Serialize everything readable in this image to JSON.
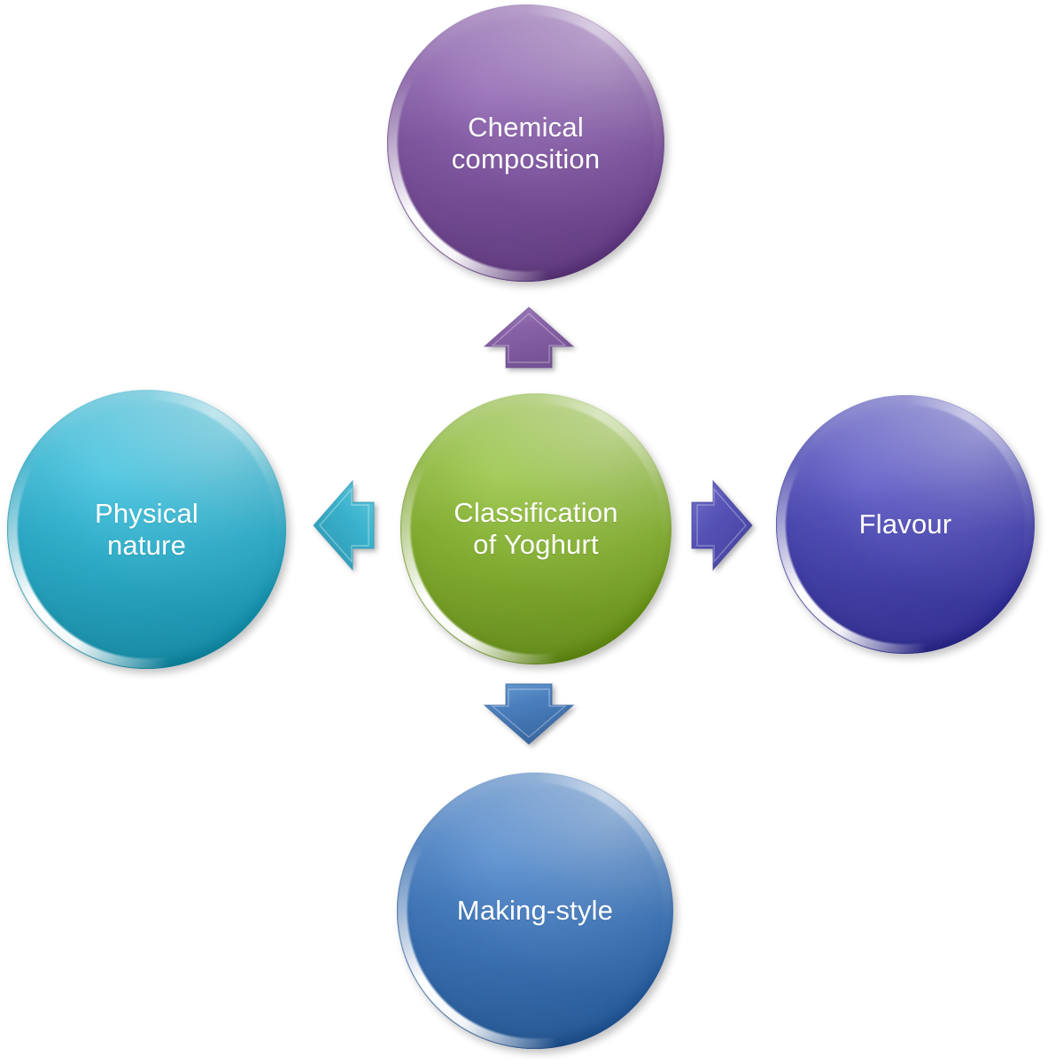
{
  "diagram": {
    "type": "radial-relationship",
    "title": "Classification of Yoghurt",
    "center": {
      "id": "center",
      "label": "Classification\nof Yoghurt",
      "color": "#82AE2E"
    },
    "nodes": [
      {
        "id": "chemical-composition",
        "label": "Chemical\ncomposition",
        "position": "top",
        "color": "#7B519D",
        "arrow": {
          "direction": "up",
          "color": "#7B519D"
        }
      },
      {
        "id": "physical-nature",
        "label": "Physical\nnature",
        "position": "left",
        "color": "#29ABC8",
        "arrow": {
          "direction": "left",
          "color": "#29ABC8"
        }
      },
      {
        "id": "flavour",
        "label": "Flavour",
        "position": "right",
        "color": "#4744B0",
        "arrow": {
          "direction": "right",
          "color": "#4744B0"
        }
      },
      {
        "id": "making-style",
        "label": "Making-style",
        "position": "bottom",
        "color": "#3A72B6",
        "arrow": {
          "direction": "down",
          "color": "#3A72B6"
        }
      }
    ],
    "background_color": "#FFFFFF",
    "text_color": "#FFFFFF"
  }
}
